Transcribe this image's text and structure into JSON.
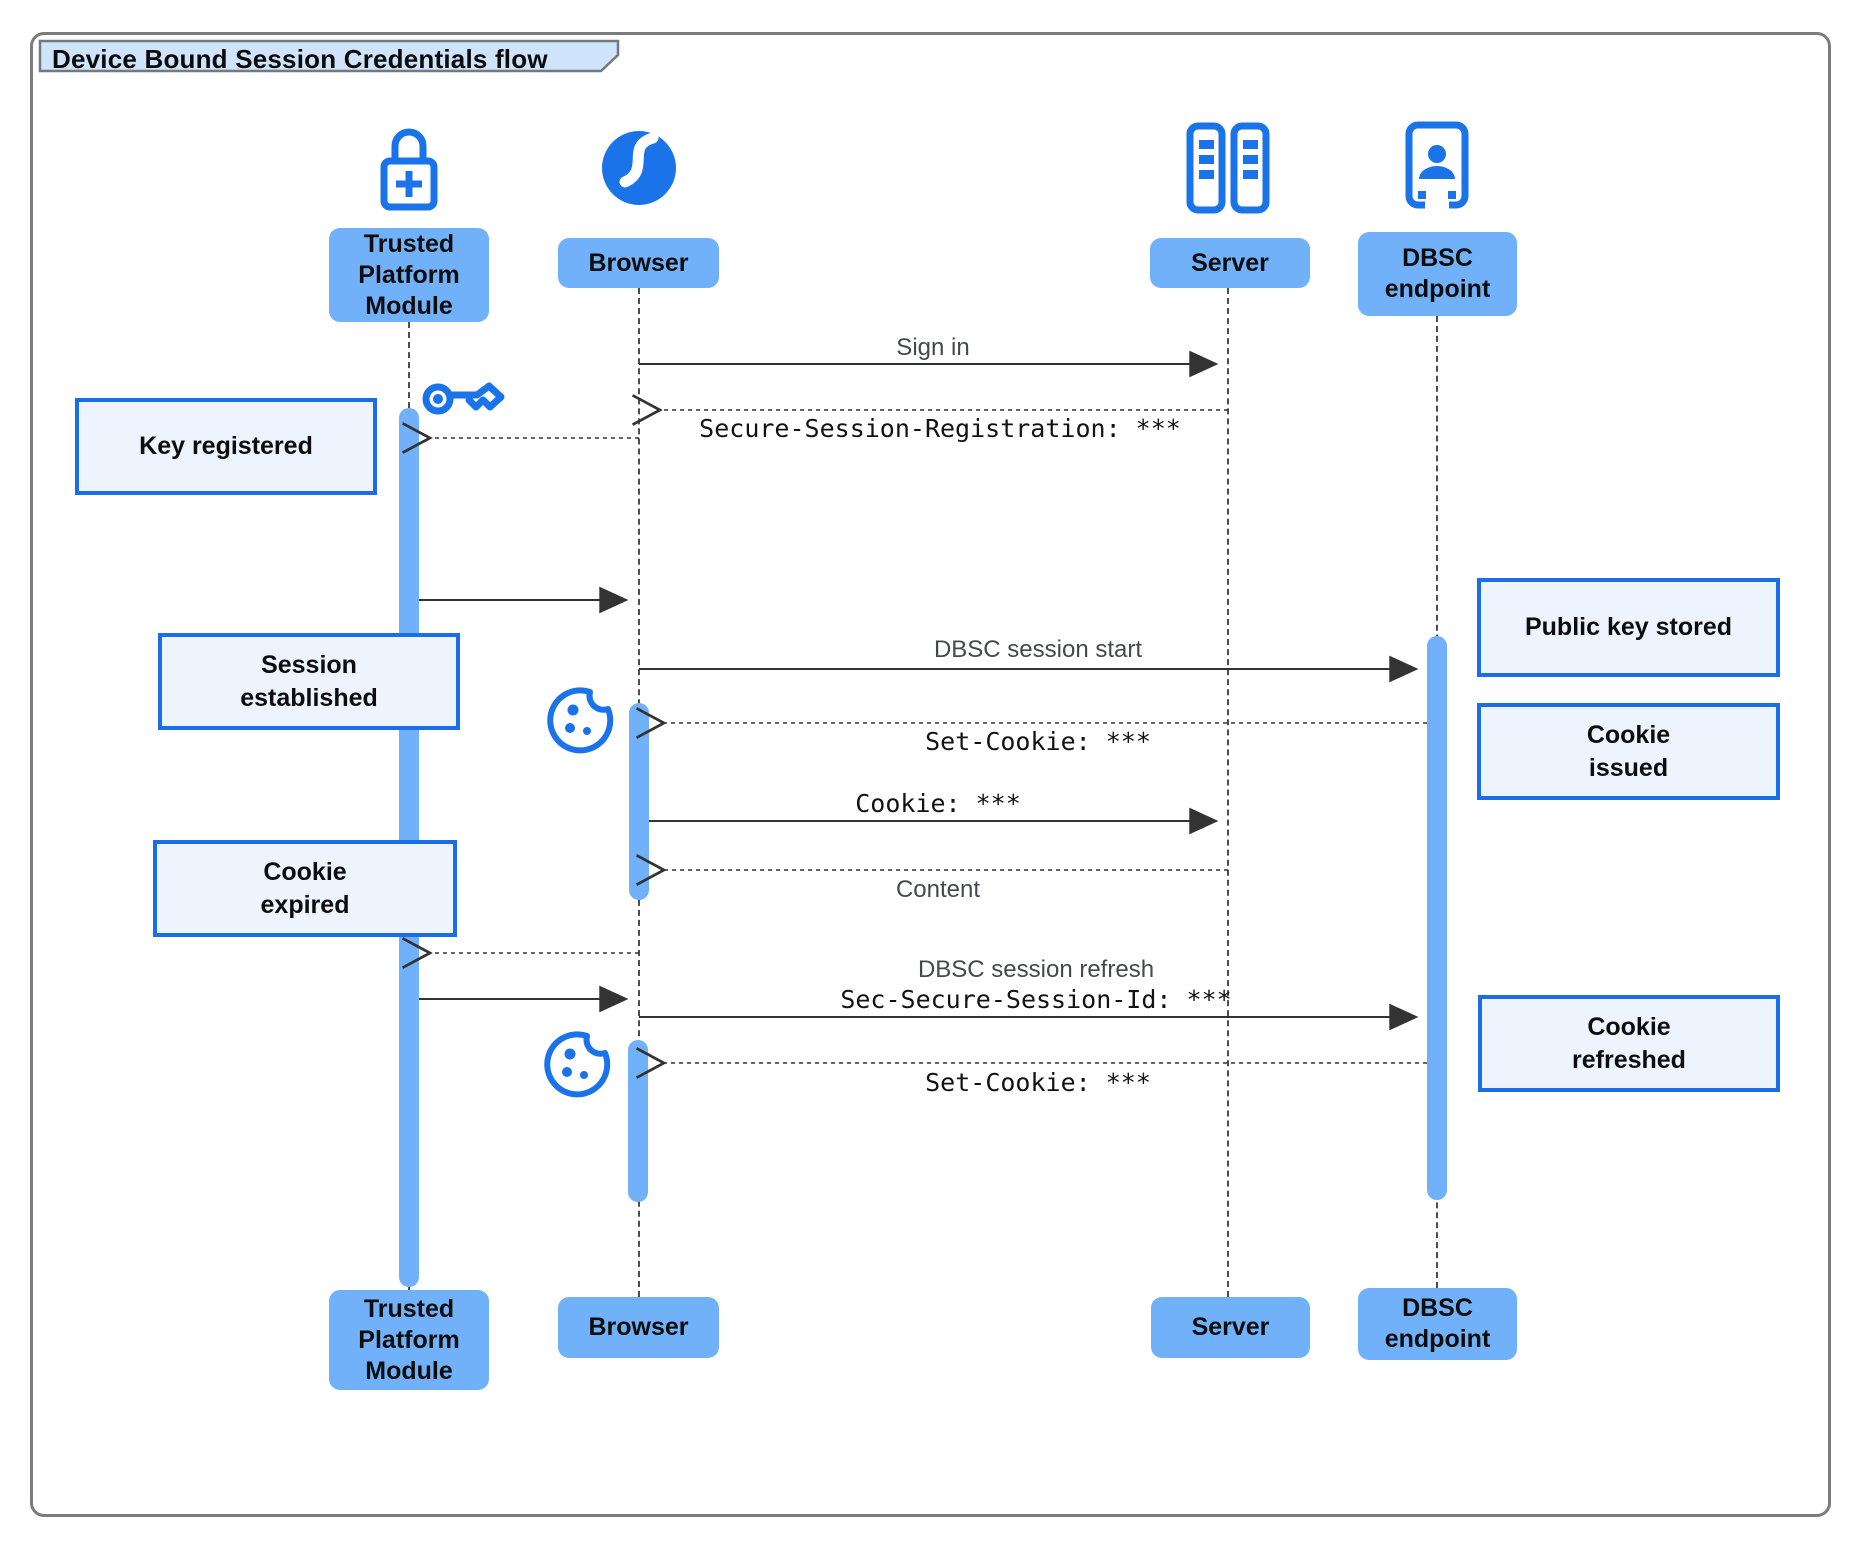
{
  "title": "Device Bound Session Credentials flow",
  "actors": {
    "tpm": {
      "label": "Trusted\nPlatform\nModule",
      "icon": "lock-plus-icon"
    },
    "browser": {
      "label": "Browser",
      "icon": "globe-icon"
    },
    "server": {
      "label": "Server",
      "icon": "server-icon"
    },
    "dbsc": {
      "label": "DBSC\nendpoint",
      "icon": "door-person-icon"
    }
  },
  "messages": {
    "sign_in": "Sign in",
    "secure_session_registration": "Secure-Session-Registration: ***",
    "dbsc_session_start": "DBSC session start",
    "set_cookie_issue": "Set-Cookie: ***",
    "cookie": "Cookie: ***",
    "content": "Content",
    "dbsc_session_refresh": "DBSC session refresh",
    "sec_secure_session_id": "Sec-Secure-Session-Id: ***",
    "set_cookie_refresh": "Set-Cookie: ***"
  },
  "notes": {
    "key_registered": "Key registered",
    "session_established": "Session\nestablished",
    "cookie_expired": "Cookie\nexpired",
    "public_key_stored": "Public key stored",
    "cookie_issued": "Cookie\nissued",
    "cookie_refreshed": "Cookie\nrefreshed"
  },
  "icons": [
    "lock-plus-icon",
    "globe-icon",
    "server-icon",
    "door-person-icon",
    "key-icon",
    "cookie-icon"
  ],
  "colors": {
    "accent_blue": "#1a73e8",
    "actor_fill": "#70b1fa",
    "note_fill": "#edf4fe",
    "note_border": "#1a6fe8",
    "tab_fill": "#cfe3fb",
    "line": "#333333",
    "frame_border": "#7c7c7c"
  }
}
